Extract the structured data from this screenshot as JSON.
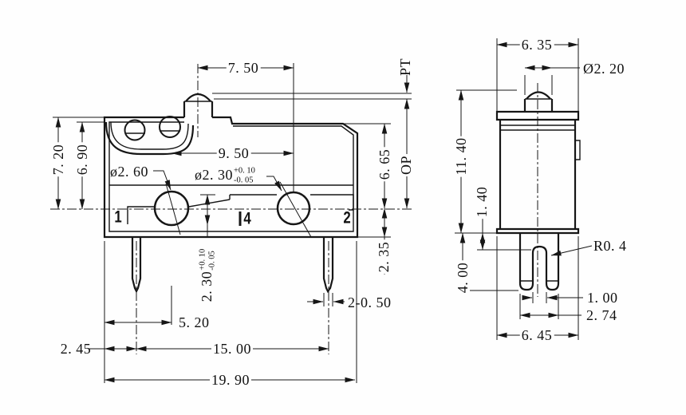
{
  "colors": {
    "line": "#161616",
    "background": "#fefefe"
  },
  "front_view": {
    "terminals": {
      "t1": "1",
      "t4": "4",
      "t2": "2"
    },
    "dims": {
      "plunger_offset": "7. 50",
      "hole_span": "9. 50",
      "height_outer": "7. 20",
      "height_inner": "6. 90",
      "hole_left_dia": "ø2. 60",
      "hole_right_dia": "ø2. 30",
      "tol_plus": "+0. 10",
      "tol_minus": "-0. 05",
      "contact_gap": "2. 30",
      "pt_label": "PT",
      "op_label": "OP",
      "right_upper": "6. 65",
      "right_lower": "2. 35",
      "pin_width": "2-0. 50",
      "hole_offset": "5. 20",
      "pin1_offset": "2. 45",
      "pin_pitch": "15. 00",
      "total_width": "19. 90"
    }
  },
  "side_view": {
    "dims": {
      "top_width": "6. 35",
      "plunger_dia": "Ø2. 20",
      "total_height": "11. 40",
      "slot_depth": "1. 40",
      "pin_length": "4. 00",
      "slot_radius": "R0. 4",
      "slot_width": "1. 00",
      "fork_width": "2. 74",
      "bottom_width": "6. 45"
    }
  }
}
